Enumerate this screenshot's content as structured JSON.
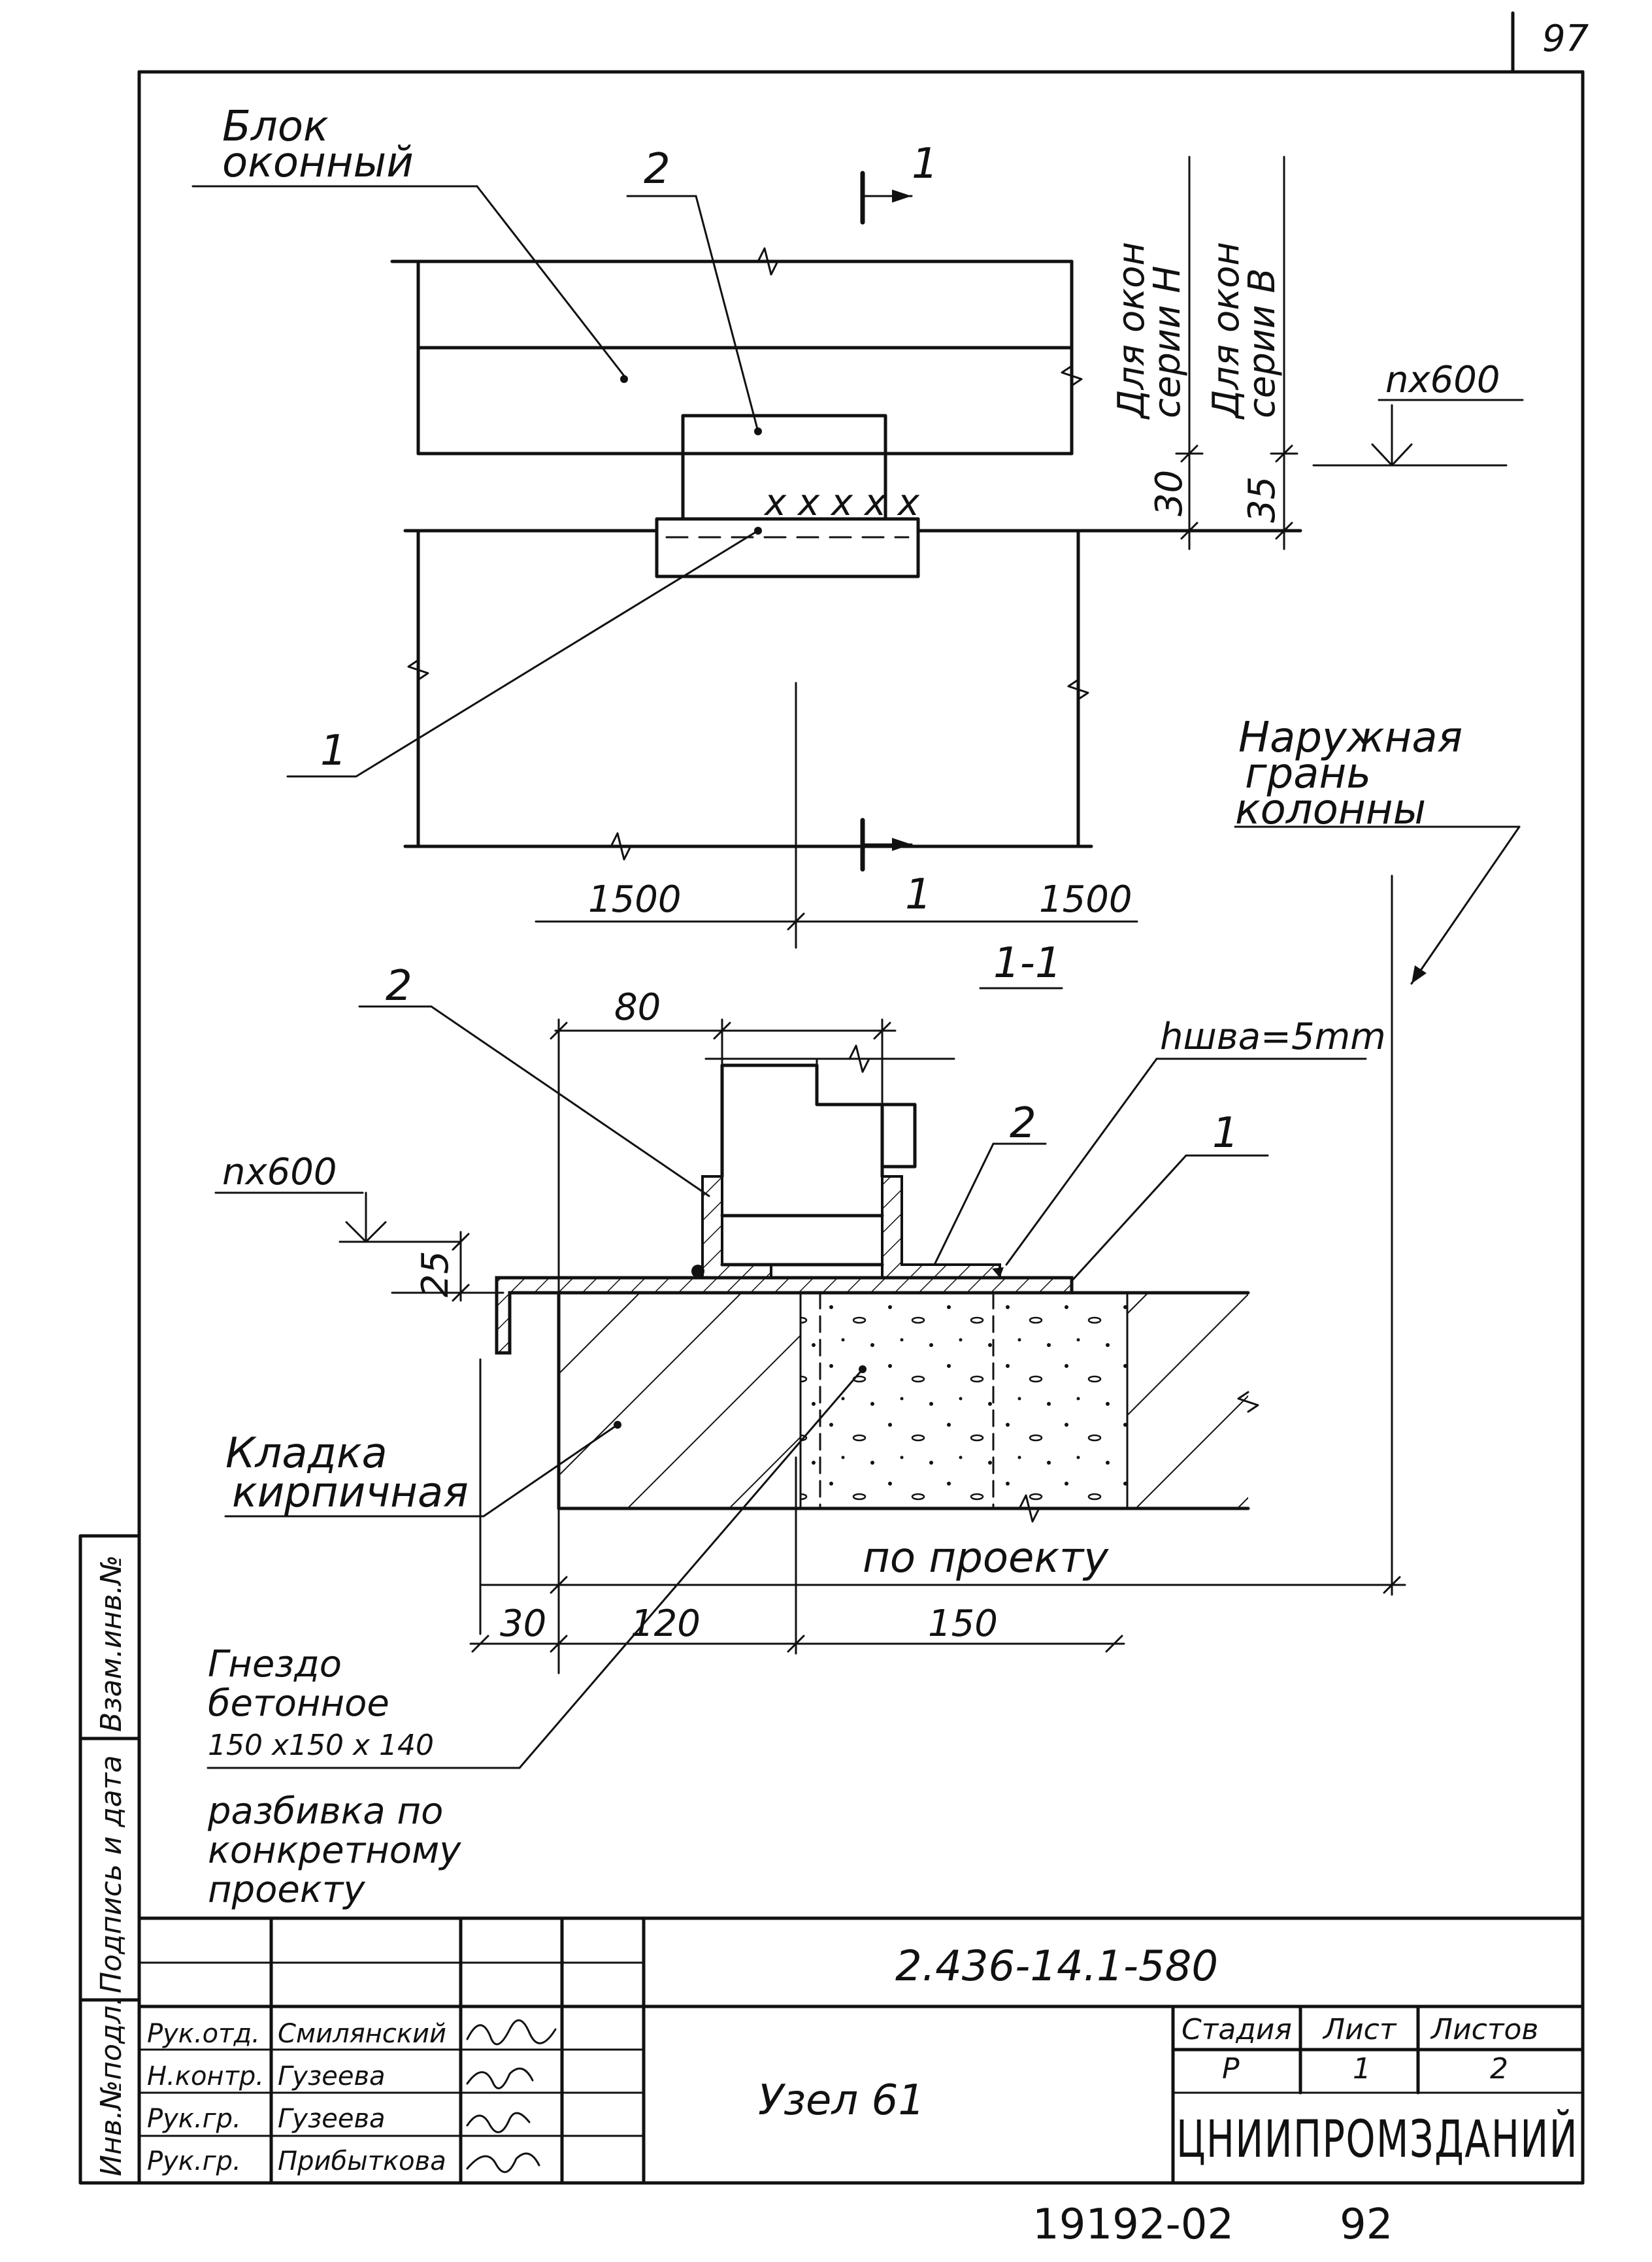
{
  "page_number": "97",
  "labels": {
    "window_block": [
      "Блок",
      "оконный"
    ],
    "mark_1": "1",
    "mark_2": "2",
    "section_mark": "1",
    "for_windows_h": [
      "Для окон",
      "серии Н"
    ],
    "for_windows_v": [
      "Для окон",
      "серии В"
    ],
    "level_top": "nx600",
    "level_bottom": "nx600",
    "column_face": [
      "Наружная",
      "грань",
      "колонны"
    ],
    "section_title": "1-1",
    "weld": "hшва=5mm",
    "masonry": [
      "Кладка",
      "кирпичная"
    ],
    "by_project": "по   проекту",
    "concrete_socket": [
      "Гнездо",
      "бетонное",
      "150 x150 x 140"
    ],
    "layout_note": [
      "разбивка по",
      "конкретному",
      "проекту"
    ]
  },
  "dimensions": {
    "d30": "30",
    "d35": "35",
    "d1500_left": "1500",
    "d1500_right": "1500",
    "d80": "80",
    "d25": "25",
    "d30_bottom": "30",
    "d120": "120",
    "d150": "150"
  },
  "side_stamp": [
    "Инв.№подл.",
    "Подпись и дата",
    "Взам.инв.№"
  ],
  "title_block": {
    "doc_code": "2.436-14.1-580",
    "node_title": "Узел 61",
    "stage_header": "Стадия",
    "sheet_header": "Лист",
    "sheets_header": "Листов",
    "stage": "Р",
    "sheet": "1",
    "sheets": "2",
    "organization": "ЦНИИПРОМЗДАНИЙ",
    "rows": [
      {
        "role": "Рук.отд.",
        "name": "Смилянский"
      },
      {
        "role": "Н.контр.",
        "name": "Гузеева"
      },
      {
        "role": "Рук.гр.",
        "name": "Гузеева"
      },
      {
        "role": "Рук.гр.",
        "name": "Прибыткова"
      }
    ]
  },
  "footer": {
    "archive_code": "19192-02",
    "page": "92"
  }
}
